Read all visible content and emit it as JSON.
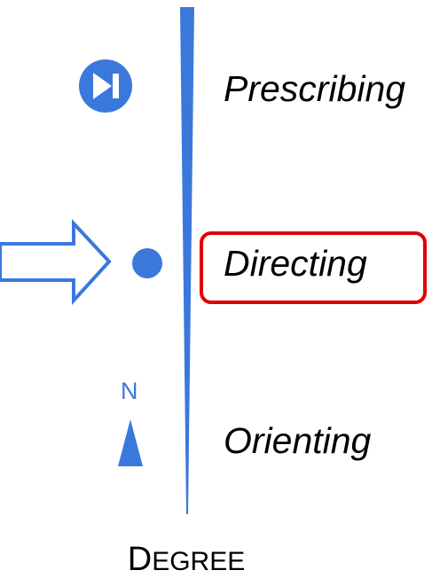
{
  "diagram": {
    "levels": [
      {
        "label": "Prescribing",
        "icon": "skip-next-icon"
      },
      {
        "label": "Directing",
        "icon": "dot-icon",
        "pointer": "arrow-right-outline-icon",
        "highlighted": true
      },
      {
        "label": "Orienting",
        "icon": "north-arrow-icon",
        "icon_text": "N"
      }
    ],
    "axis": {
      "label_first": "D",
      "label_rest": "EGREE"
    },
    "colors": {
      "accent": "#3b78dc",
      "highlight": "#e00000",
      "text": "#000000",
      "background": "#ffffff"
    }
  }
}
